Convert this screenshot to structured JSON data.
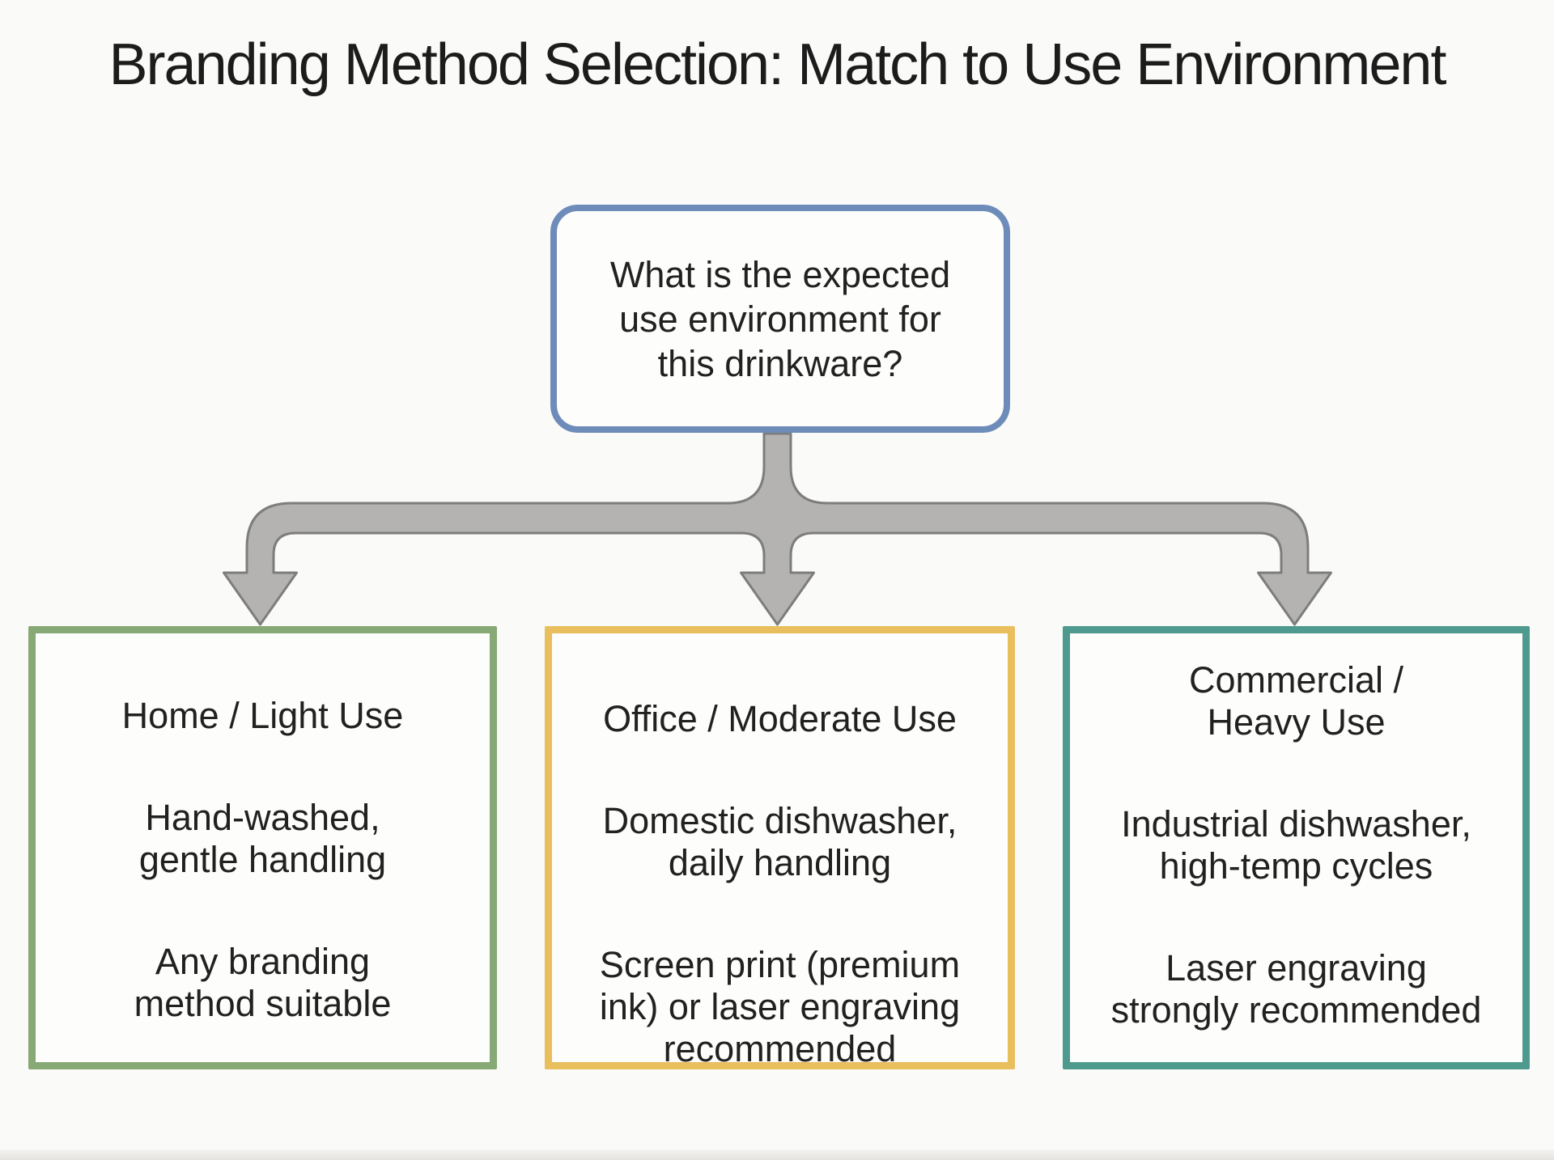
{
  "page": {
    "title": "Branding Method Selection: Match to Use Environment",
    "background_color": "#fafaf8",
    "text_color": "#212121"
  },
  "decision_node": {
    "border_color": "#6e8cb9",
    "lines": [
      "What is the expected",
      "use environment for",
      "this drinkware?"
    ]
  },
  "connector": {
    "shape": "three-way-branching-arrow",
    "fill_color": "#b4b3b2",
    "stroke_color": "#7d7d7c"
  },
  "branches": [
    {
      "name": "home-light-use",
      "border_color": "#87a975",
      "heading_lines": [
        "Home / Light Use"
      ],
      "care_lines": [
        "Hand-washed,",
        "gentle handling"
      ],
      "recommendation_lines": [
        "Any branding",
        "method suitable"
      ]
    },
    {
      "name": "office-moderate-use",
      "border_color": "#e9bf5d",
      "heading_lines": [
        "Office / Moderate Use"
      ],
      "care_lines": [
        "Domestic dishwasher,",
        "daily handling"
      ],
      "recommendation_lines": [
        "Screen print (premium",
        "ink) or laser engraving",
        "recommended"
      ]
    },
    {
      "name": "commercial-heavy-use",
      "border_color": "#4f9a8e",
      "heading_lines": [
        "Commercial /",
        "Heavy Use"
      ],
      "care_lines": [
        "Industrial dishwasher,",
        "high-temp cycles"
      ],
      "recommendation_lines": [
        "Laser engraving",
        "strongly recommended"
      ]
    }
  ]
}
